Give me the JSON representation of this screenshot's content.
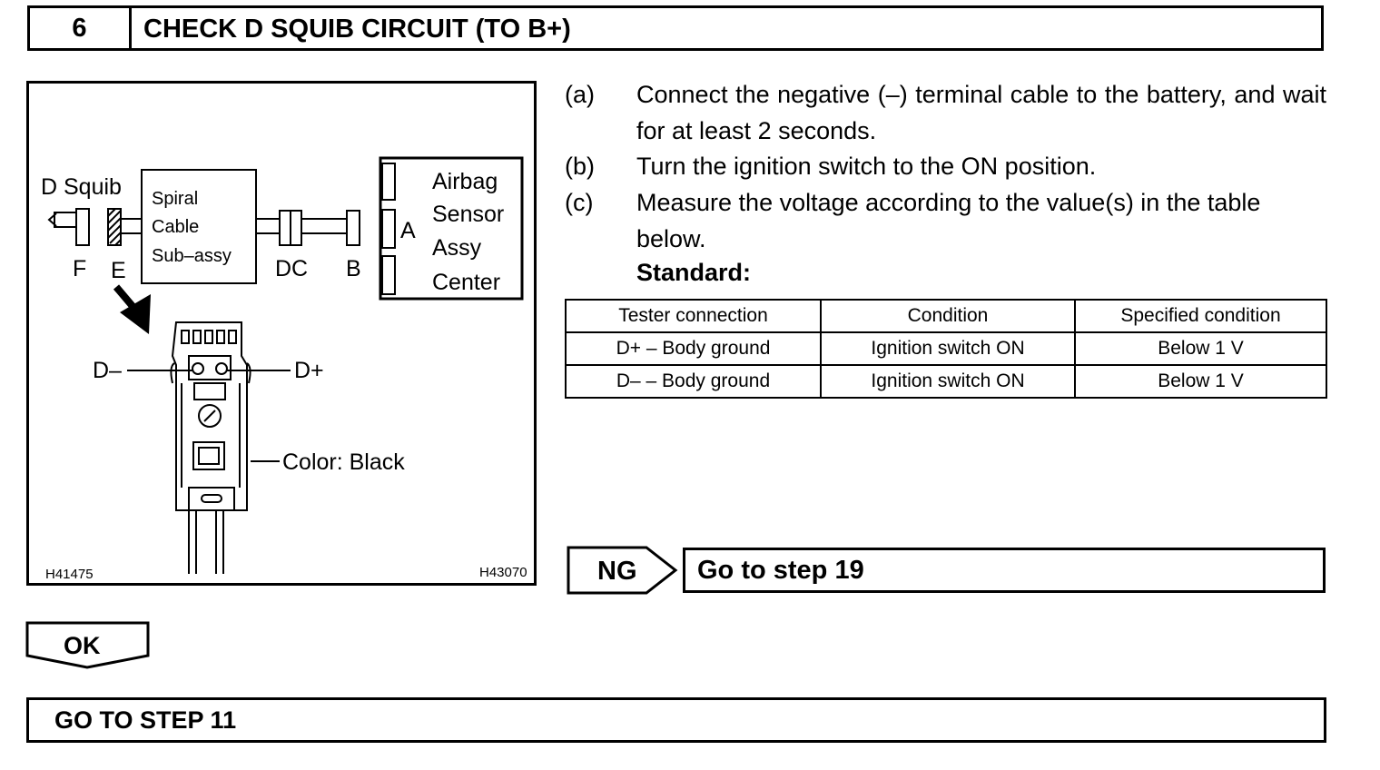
{
  "header": {
    "number": "6",
    "title": "CHECK D SQUIB CIRCUIT (TO B+)"
  },
  "figure": {
    "labels": {
      "d_squib": "D Squib",
      "spiral_l1": "Spiral",
      "spiral_l2": "Cable",
      "spiral_l3": "Sub–assy",
      "airbag_l1": "Airbag",
      "airbag_l2": "Sensor",
      "airbag_l3": "Assy",
      "airbag_l4": "Center",
      "conn_a": "A",
      "conn_f": "F",
      "conn_e": "E",
      "conn_dc": "DC",
      "conn_b": "B",
      "d_minus": "D–",
      "d_plus": "D+",
      "color": "Color: Black",
      "code_left": "H41475",
      "code_right": "H43070"
    }
  },
  "steps": [
    {
      "label": "(a)",
      "text": "Connect the negative (–) terminal cable to the battery, and wait for at least 2 seconds."
    },
    {
      "label": "(b)",
      "text": "Turn the ignition switch to the ON position."
    },
    {
      "label": "(c)",
      "text": "Measure the voltage according to the value(s) in the table below."
    }
  ],
  "standard_label": "Standard:",
  "table": {
    "headers": [
      "Tester connection",
      "Condition",
      "Specified condition"
    ],
    "rows": [
      [
        "D+ – Body ground",
        "Ignition switch ON",
        "Below 1 V"
      ],
      [
        "D– – Body ground",
        "Ignition switch ON",
        "Below 1 V"
      ]
    ]
  },
  "ng": {
    "tag": "NG",
    "text": "Go to step 19"
  },
  "ok": {
    "tag": "OK",
    "text": "GO TO STEP 11"
  }
}
